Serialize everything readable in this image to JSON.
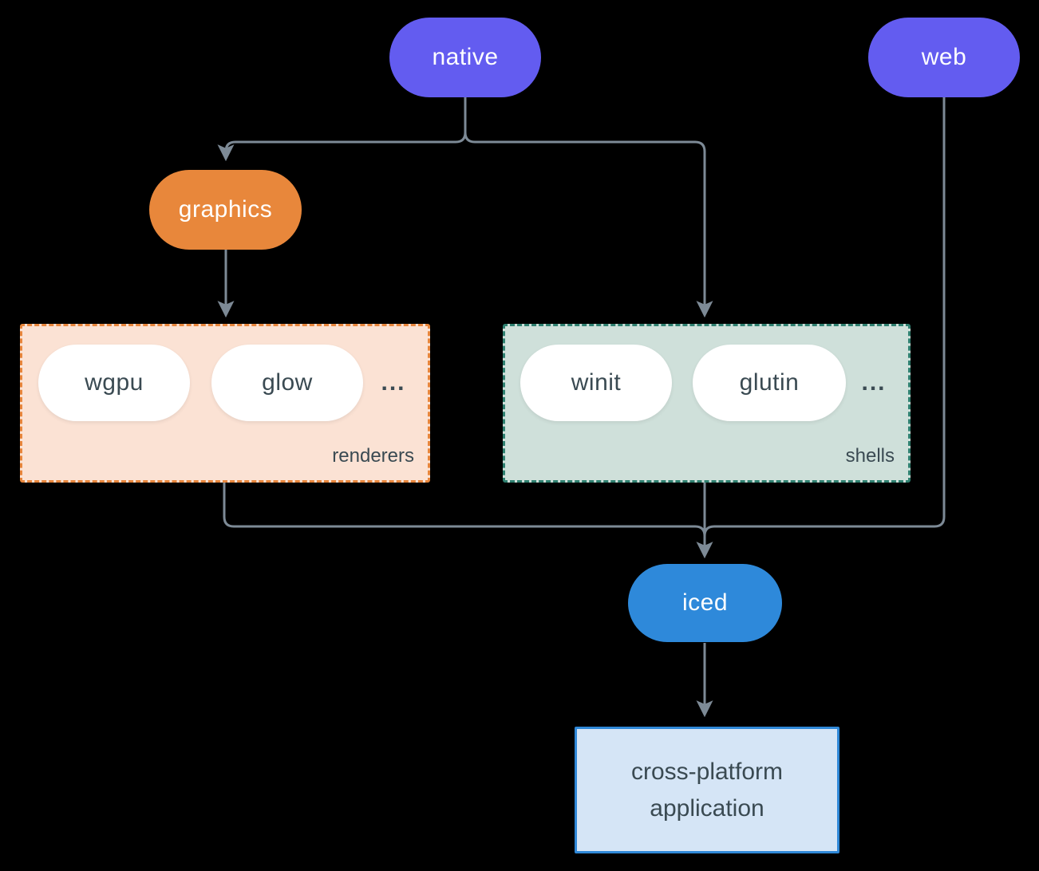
{
  "nodes": {
    "native": {
      "label": "native",
      "color": "#635cf0",
      "text_color": "#ffffff"
    },
    "web": {
      "label": "web",
      "color": "#635cf0",
      "text_color": "#ffffff"
    },
    "graphics": {
      "label": "graphics",
      "color": "#e8873b",
      "text_color": "#ffffff"
    },
    "iced": {
      "label": "iced",
      "color": "#2e89da",
      "text_color": "#ffffff"
    },
    "application": {
      "line1": "cross-platform",
      "line2": "application",
      "fill": "#d5e5f6",
      "border": "#2f88d8",
      "text_color": "#3a4a52"
    }
  },
  "groups": {
    "renderers": {
      "label": "renderers",
      "fill": "#fbe2d4",
      "border": "#e8863c",
      "items": [
        "wgpu",
        "glow"
      ],
      "ellipsis": "..."
    },
    "shells": {
      "label": "shells",
      "fill": "#cfe0da",
      "border": "#2f8070",
      "items": [
        "winit",
        "glutin"
      ],
      "ellipsis": "..."
    }
  },
  "edges": [
    {
      "from": "native",
      "to": "graphics"
    },
    {
      "from": "native",
      "to": "shells"
    },
    {
      "from": "graphics",
      "to": "renderers"
    },
    {
      "from": "renderers",
      "to": "iced"
    },
    {
      "from": "shells",
      "to": "iced"
    },
    {
      "from": "web",
      "to": "iced"
    },
    {
      "from": "iced",
      "to": "cross-platform application"
    }
  ],
  "colors": {
    "background": "#000000",
    "connector": "#7d8a96",
    "pill_text": "#3a4a52",
    "node_text": "#ffffff"
  }
}
